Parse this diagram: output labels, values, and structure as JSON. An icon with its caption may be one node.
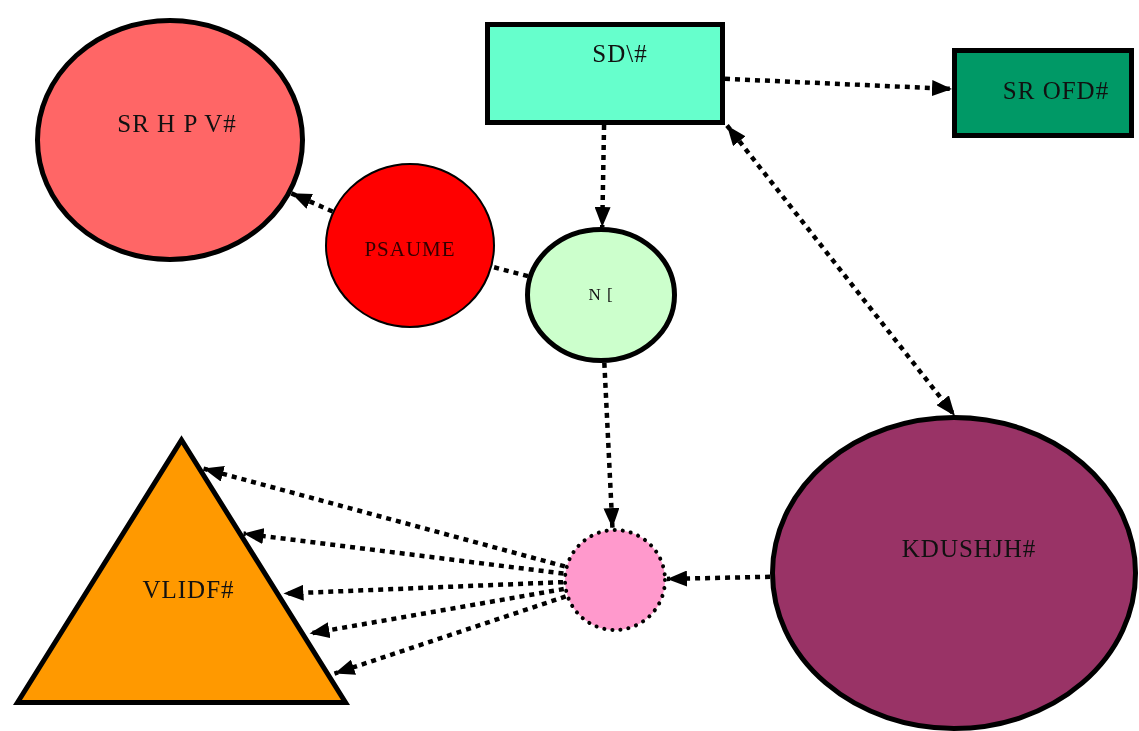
{
  "diagram": {
    "nodes": [
      {
        "text": [
          "SD\\#"
        ]
      },
      {
        "text": [
          "SR OFD#"
        ]
      },
      {
        "text": [
          "SR H P V#"
        ]
      },
      {
        "text": [
          "PSAUME"
        ]
      },
      {
        "text": [
          "N ["
        ]
      },
      {
        "text": [
          "VLIDF#"
        ]
      },
      {
        "text": [],
        "shape": "circle"
      },
      {
        "text": [
          "KDUSHJH#"
        ]
      }
    ],
    "edges": [
      {
        "from": 0,
        "to": 1,
        "arrow": "to"
      },
      {
        "from": 0,
        "to": 4,
        "arrow": "to"
      },
      {
        "from": 0,
        "to": 7,
        "arrow": "both"
      },
      {
        "from": 4,
        "to": 3,
        "arrow": "none"
      },
      {
        "from": 3,
        "to": 2,
        "arrow": "to"
      },
      {
        "from": 4,
        "to": 6,
        "arrow": "to"
      },
      {
        "from": 7,
        "to": 6,
        "arrow": "to"
      },
      {
        "from": 6,
        "to": 5,
        "arrow": "to"
      },
      {
        "from": 6,
        "to": 5,
        "arrow": "to"
      },
      {
        "from": 6,
        "to": 5,
        "arrow": "to"
      },
      {
        "from": 6,
        "to": 5,
        "arrow": "to"
      },
      {
        "from": 6,
        "to": 5,
        "arrow": "to"
      }
    ]
  }
}
